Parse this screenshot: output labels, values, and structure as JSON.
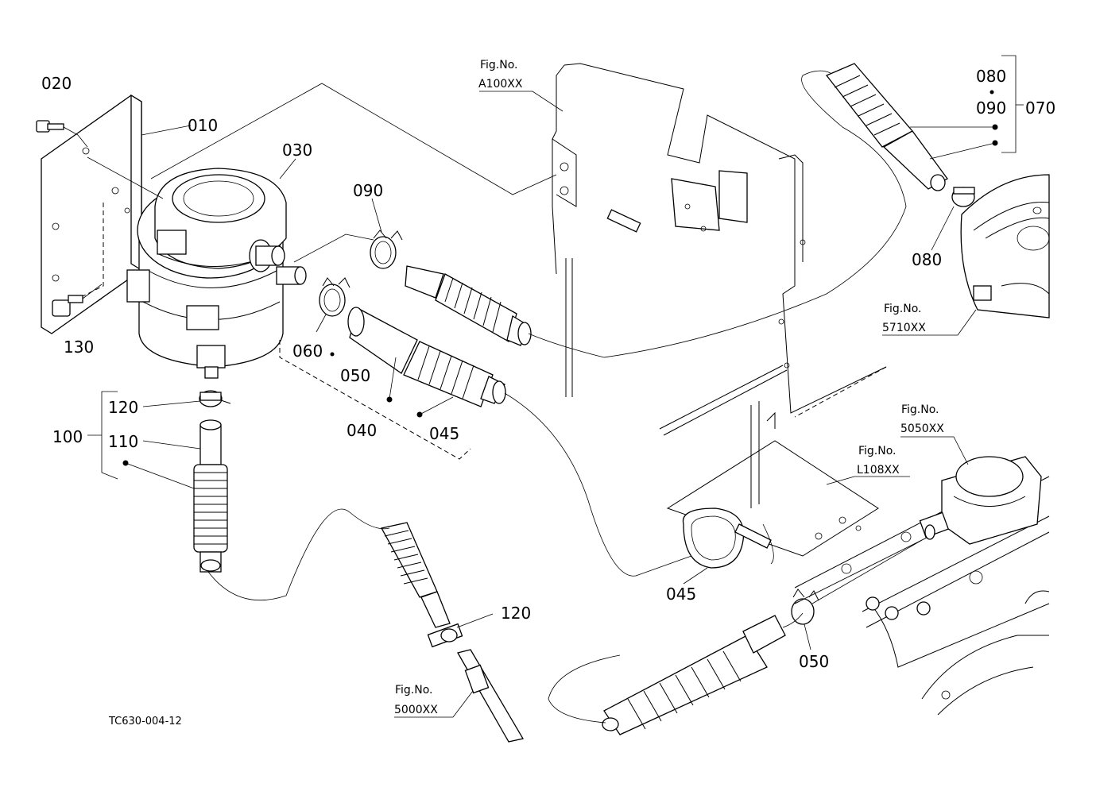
{
  "drawing_code": "TC630-004-12",
  "part_labels": {
    "p010": "010",
    "p020": "020",
    "p030": "030",
    "p040": "040",
    "p045a": "045",
    "p045b": "045",
    "p050a": "050",
    "p050b": "050",
    "p060": "060",
    "p070": "070",
    "p080a": "080",
    "p080b": "080",
    "p090a": "090",
    "p090b": "090",
    "p100": "100",
    "p110": "110",
    "p120a": "120",
    "p120b": "120",
    "p130": "130"
  },
  "figure_refs": {
    "fig_a100": {
      "title": "Fig.No.",
      "number": "A100XX"
    },
    "fig_5710": {
      "title": "Fig.No.",
      "number": "5710XX"
    },
    "fig_5050": {
      "title": "Fig.No.",
      "number": "5050XX"
    },
    "fig_l108": {
      "title": "Fig.No.",
      "number": "L108XX"
    },
    "fig_5000": {
      "title": "Fig.No.",
      "number": "5000XX"
    }
  }
}
